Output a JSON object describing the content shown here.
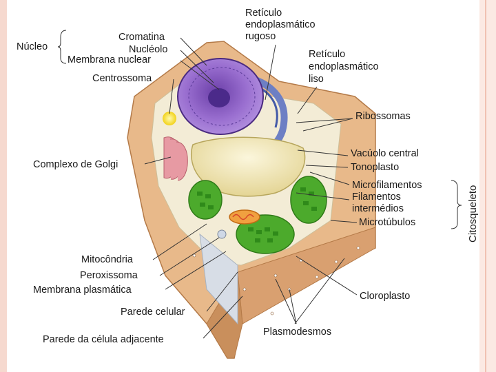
{
  "labels": {
    "nucleo": "Núcleo",
    "cromatina": "Cromatina",
    "nucleolo": "Nucléolo",
    "membrana_nuclear": "Membrana nuclear",
    "centrossoma": "Centrossoma",
    "complexo_golgi": "Complexo de Golgi",
    "mitocondria": "Mitocôndria",
    "peroxissoma": "Peroxissoma",
    "membrana_plasmatica": "Membrana plasmática",
    "parede_celular": "Parede celular",
    "parede_adjacente": "Parede da célula adjacente",
    "reticulo_rugoso_1": "Retículo",
    "reticulo_rugoso_2": "endoplasmático",
    "reticulo_rugoso_3": "rugoso",
    "reticulo_liso_1": "Retículo",
    "reticulo_liso_2": "endoplasmático",
    "reticulo_liso_3": "liso",
    "ribossomas": "Ribossomas",
    "vacuolo_central": "Vacúolo central",
    "tonoplasto": "Tonoplasto",
    "microfilamentos": "Microfilamentos",
    "filamentos_1": "Filamentos",
    "filamentos_2": "intermédios",
    "microtubulos": "Microtúbulos",
    "citosqueleto": "Citosqueleto",
    "cloroplasto": "Cloroplasto",
    "plasmodesmos": "Plasmodesmos"
  },
  "colors": {
    "wall": "#e8b98a",
    "wall_dark": "#c98f5c",
    "cytoplasm": "#f3ecd6",
    "nucleus": "#8a5bbf",
    "nucleolus": "#4b2a8a",
    "vacuole": "#eadfa8",
    "chloroplast": "#4caa2c",
    "golgi": "#e79aa3",
    "mitochondria": "#f0a040"
  }
}
